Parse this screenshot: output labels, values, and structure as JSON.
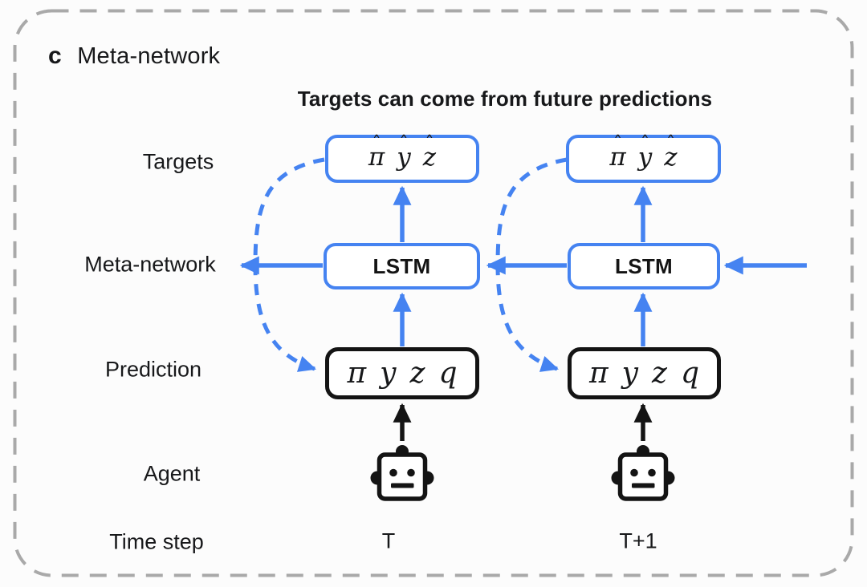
{
  "panel": {
    "tag": "c",
    "title": "Meta-network"
  },
  "subtitle": "Targets can come from future predictions",
  "row_labels": {
    "targets": "Targets",
    "meta_network": "Meta-network",
    "prediction": "Prediction",
    "agent": "Agent",
    "time_step": "Time step"
  },
  "targets_box": {
    "symbols": [
      {
        "hat": "ˆ",
        "base": "π"
      },
      {
        "hat": "ˆ",
        "base": "y"
      },
      {
        "hat": "ˆ",
        "base": "z"
      }
    ]
  },
  "lstm_box": {
    "label": "LSTM"
  },
  "prediction_box": {
    "symbols": [
      "π",
      "y",
      "z",
      "q"
    ]
  },
  "columns": [
    {
      "time": "T"
    },
    {
      "time": "T+1"
    }
  ],
  "icons": {
    "agent": "robot-icon"
  },
  "colors": {
    "accent_blue": "#4583f1",
    "box_border_black": "#141414",
    "panel_border_gray": "#a9a9a9",
    "text": "#17181a",
    "background": "#fcfcfc"
  }
}
